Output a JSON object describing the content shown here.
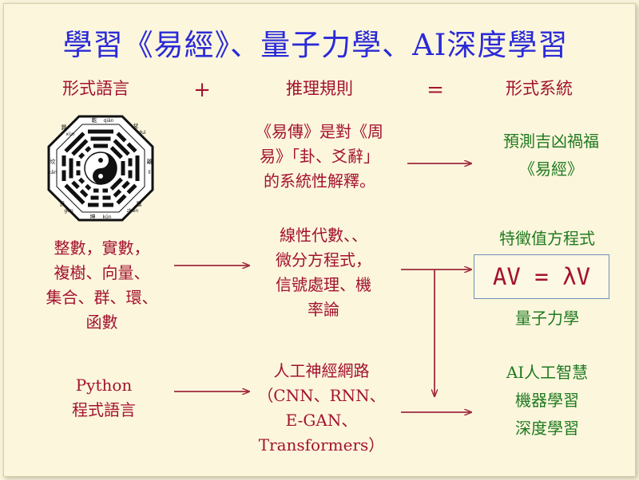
{
  "title": "學習《易經》、量子力學、AI深度學習",
  "headers": {
    "formal_language": "形式語言",
    "plus": "+",
    "inference_rules": "推理規則",
    "equals": "=",
    "formal_system": "形式系統"
  },
  "bagua": {
    "center_icon": "taiji-icon",
    "labels": [
      "乾",
      "qián",
      "兌",
      "duì",
      "離",
      "lí",
      "震",
      "zhèn",
      "坤",
      "kūn",
      "艮",
      "gèn",
      "坎",
      "kǎn",
      "巽",
      "xùn"
    ]
  },
  "row1": {
    "inference_lines": [
      "《易傳》是對《周",
      "易》「卦、爻辭」",
      "的系統性解釋。"
    ],
    "system_lines": [
      "預測吉凶禍福",
      "《易經》"
    ]
  },
  "row2": {
    "language_lines": [
      "整數，實數，",
      "複樹、向量、",
      "集合、群、環、",
      "函數"
    ],
    "inference_lines": [
      "線性代數、、",
      "微分方程式，",
      "信號處理、機",
      "率論"
    ],
    "system_top": "特徵值方程式",
    "equation": "AV  =  λV",
    "system_bottom": "量子力學"
  },
  "row3": {
    "language_lines": [
      "Python",
      "程式語言"
    ],
    "inference_lines": [
      "人工神經網路",
      "（CNN、RNN、",
      "E-GAN、",
      "Transformers）"
    ],
    "system_lines": [
      "AI人工智慧",
      "機器學習",
      "深度學習"
    ]
  }
}
